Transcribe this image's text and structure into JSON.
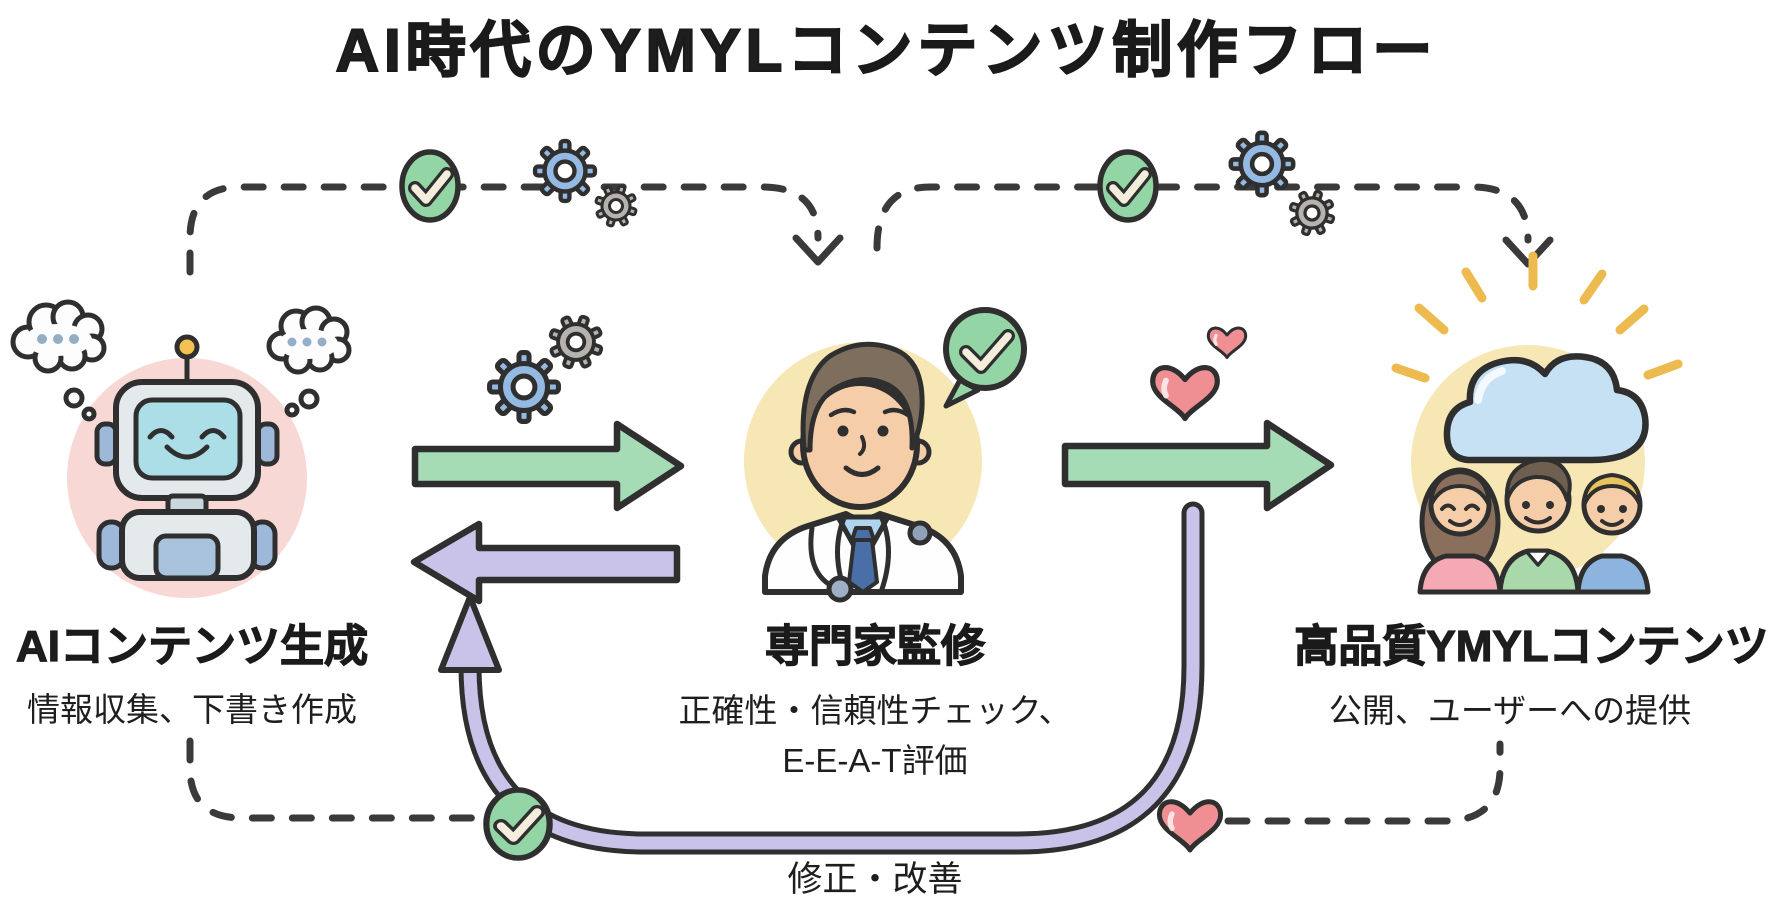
{
  "title": "AI時代のYMYLコンテンツ制作フロー",
  "nodes": {
    "ai": {
      "label": "AIコンテンツ生成",
      "sublabel": "情報収集、下書き作成",
      "illustration": "robot-with-thought-bubbles"
    },
    "expert": {
      "label": "専門家監修",
      "sublabel_line1": "正確性・信頼性チェック、",
      "sublabel_line2": "E-E-A-T評価",
      "illustration": "doctor-with-approval-bubble"
    },
    "quality": {
      "label": "高品質YMYLコンテンツ",
      "sublabel": "公開、ユーザーへの提供",
      "illustration": "audience-under-sunny-cloud"
    }
  },
  "revision_loop": {
    "label": "修正・改善"
  },
  "icons": {
    "check": "check-circle-icon",
    "gears": "gears-icon",
    "heart": "heart-icon"
  },
  "colors": {
    "outline": "#2f2f2f",
    "forward_arrow_green": "#a5dcb5",
    "feedback_arrow_purple": "#c9c3e9",
    "check_green": "#93d5a4",
    "gear_blue": "#94b9e2",
    "gear_gray": "#b6b3ae",
    "heart_pink": "#ef8f94",
    "ai_circle_pink": "#f8d8d4",
    "expert_circle_yellow": "#f6e7b5",
    "audience_circle_yellow": "#f6e7b5"
  }
}
